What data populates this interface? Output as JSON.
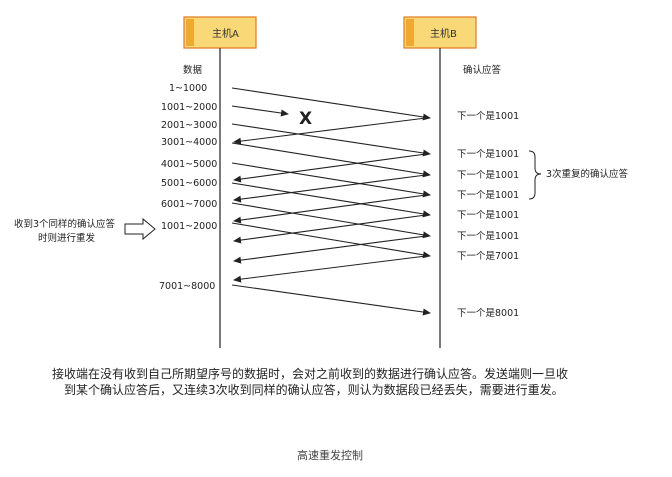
{
  "hosts": {
    "a": {
      "label": "主机A",
      "column_label": "数据"
    },
    "b": {
      "label": "主机B",
      "column_label": "确认应答"
    }
  },
  "colors": {
    "host_fill": "#f9d977",
    "host_accent": "#f0a830",
    "host_border": "#e07a20",
    "line": "#222222"
  },
  "segments": [
    "1~1000",
    "1001~2000",
    "2001~3000",
    "3001~4000",
    "4001~5000",
    "5001~6000",
    "6001~7000",
    "1001~2000",
    "7001~8000"
  ],
  "acks": [
    "下一个是1001",
    "下一个是1001",
    "下一个是1001",
    "下一个是1001",
    "下一个是1001",
    "下一个是1001",
    "下一个是7001",
    "下一个是8001"
  ],
  "lost_marker": "X",
  "brace_note": "3次重复的确认应答",
  "resend_note": {
    "line1": "收到3个同样的确认应答",
    "line2": "时则进行重发"
  },
  "description": {
    "line1": "接收端在没有收到自己所期望序号的数据时，会对之前收到的数据进行确认应答。发送端则一旦收",
    "line2": "到某个确认应答后，又连续3次收到同样的确认应答，则认为数据段已经丢失，需要进行重发。"
  },
  "figure_caption": "高速重发控制"
}
